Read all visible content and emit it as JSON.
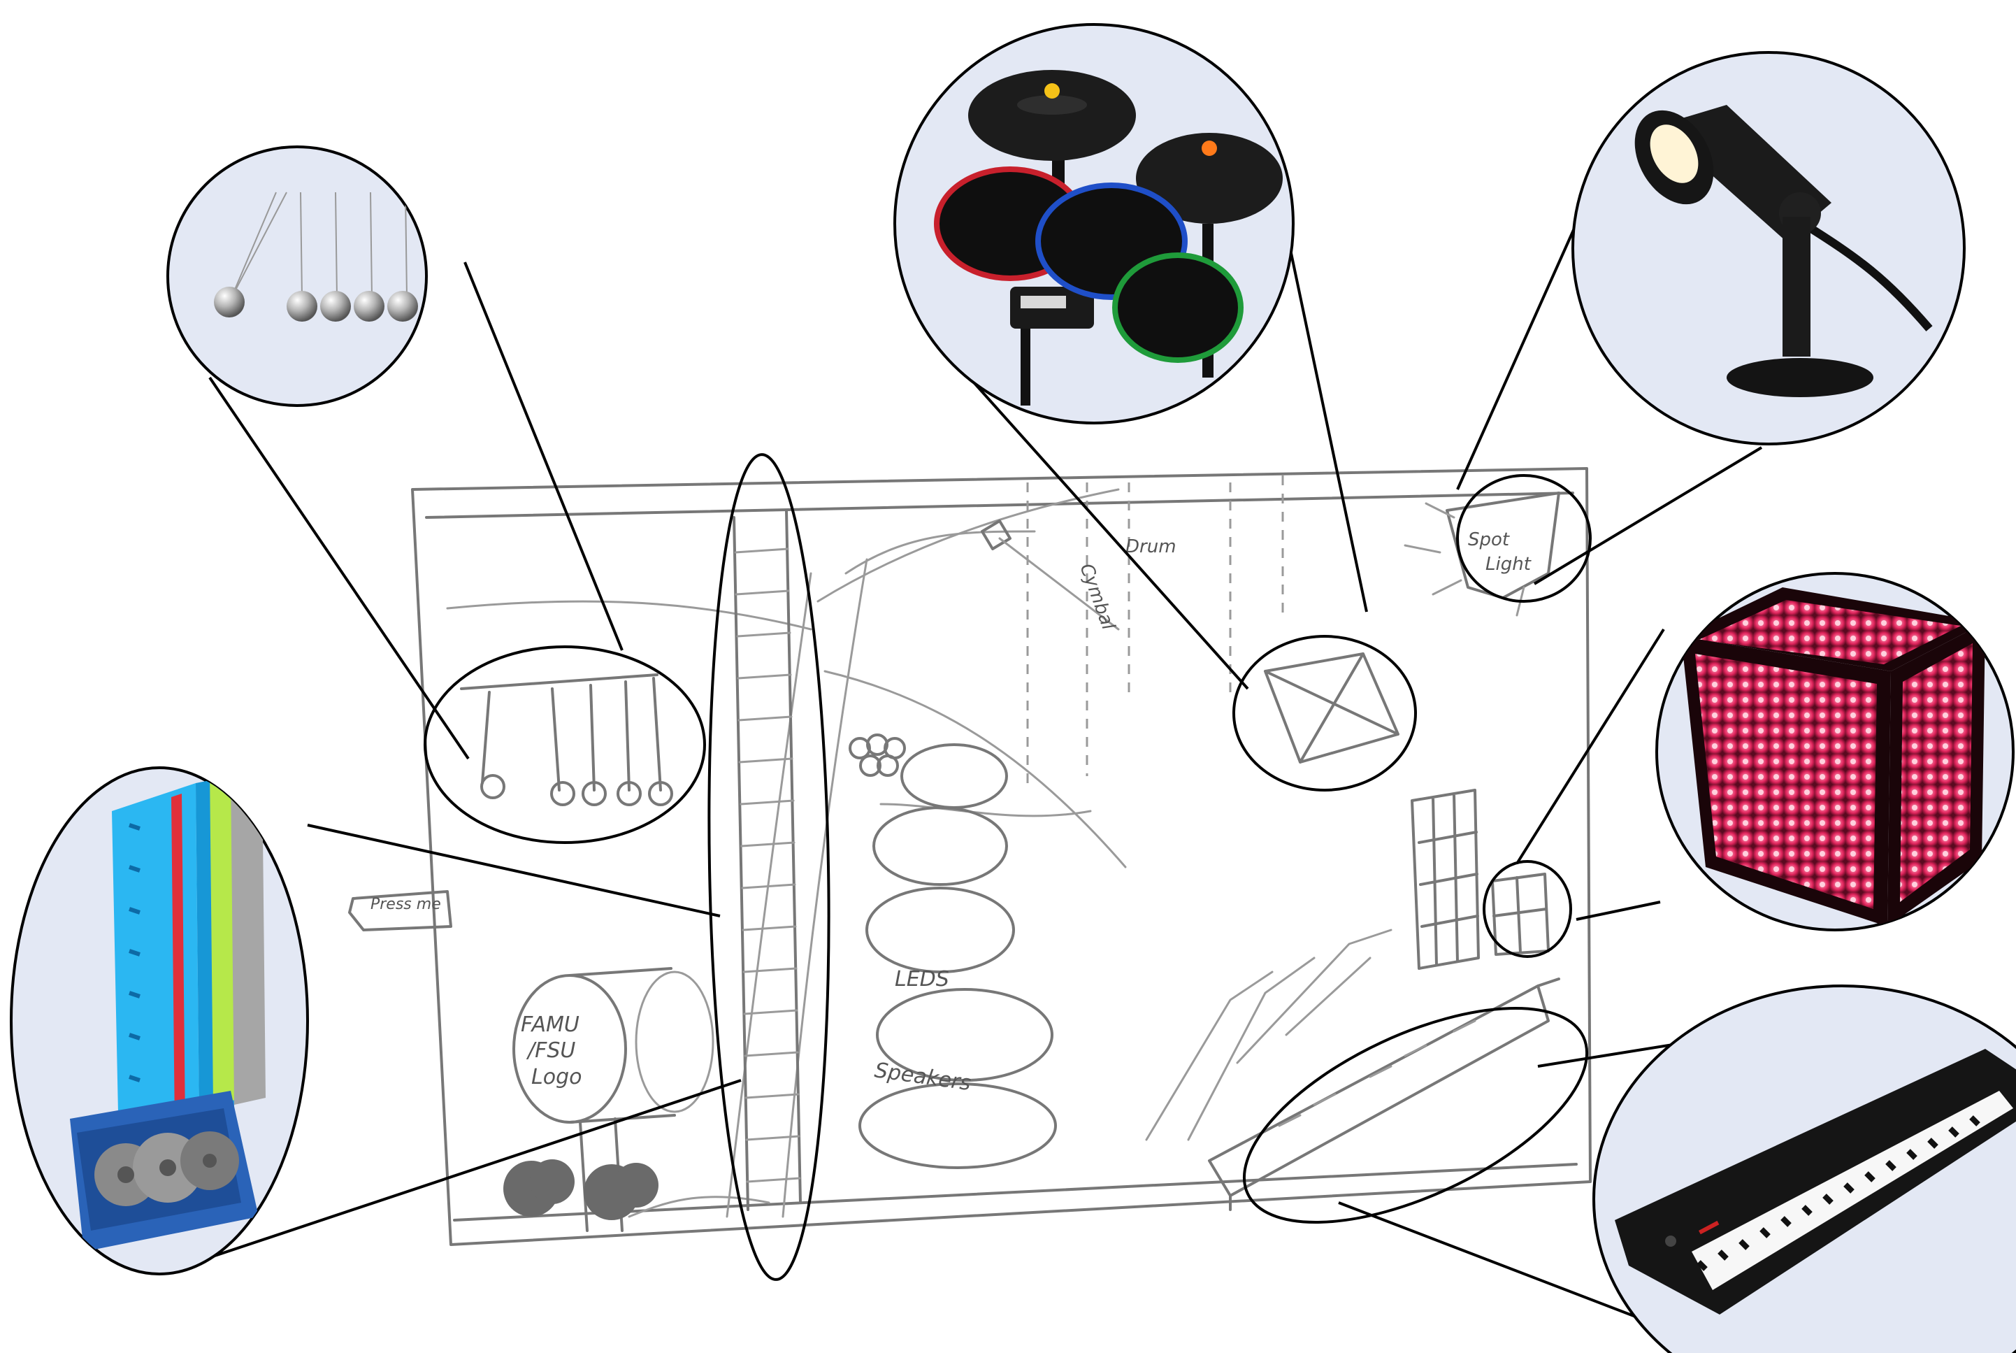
{
  "sketch": {
    "labels": {
      "press_me": "Press me",
      "famu_fsu_logo_1": "FAMU",
      "famu_fsu_logo_2": "/FSU",
      "famu_fsu_logo_3": "Logo",
      "leds": "LEDS",
      "speakers": "Speakers",
      "drum": "Drum",
      "cymbal": "Cymbal",
      "spotlight_1": "Spot",
      "spotlight_2": "Light"
    }
  },
  "callouts": [
    {
      "icon": "newtons-cradle-icon"
    },
    {
      "icon": "drum-kit-icon"
    },
    {
      "icon": "spotlight-icon"
    },
    {
      "icon": "infinity-cube-icon"
    },
    {
      "icon": "keyboard-piano-icon"
    },
    {
      "icon": "ladder-tower-cad-icon"
    }
  ],
  "colors": {
    "callout_fill": "#e3e8f4",
    "pencil": "#777777",
    "infinity_glow": "#ff3b6b",
    "cad_blue": "#2bb7f2",
    "cad_green": "#b6e84a"
  }
}
